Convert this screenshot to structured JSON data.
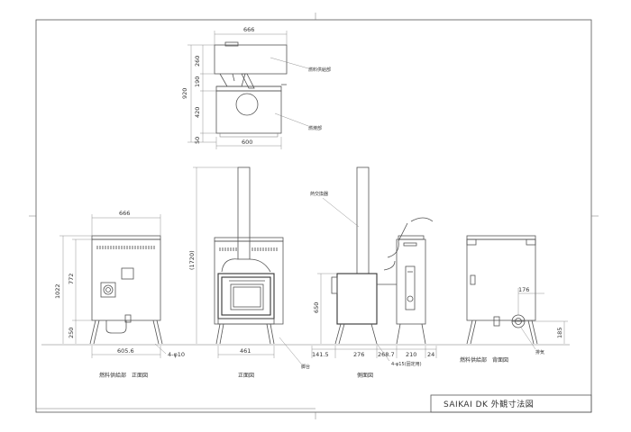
{
  "title_block": {
    "title": "SAIKAI DK  外観寸法図"
  },
  "captions": {
    "fuel_front": "燃料供給部　正面図",
    "front": "正面図",
    "side": "側面図",
    "fuel_back": "燃料供給部　背面図"
  },
  "labels": {
    "fuel_supply": "燃料供給部",
    "combustion": "燃焼部",
    "heat_exchanger": "熱交換器",
    "legs": "脚台",
    "exhaust": "排気"
  },
  "dims": {
    "top_width": "666",
    "top_h1": "260",
    "top_h2": "190",
    "top_total": "920",
    "top_h3": "420",
    "top_h4": "50",
    "top_bottom": "600",
    "fuel_width": "666",
    "fuel_total_h": "1022",
    "fuel_h1": "772",
    "fuel_h2": "250",
    "fuel_bottom": "605.6",
    "fuel_hole": "4-φ10",
    "front_h": "(1720)",
    "front_w": "461",
    "side_h": "650",
    "side_d1": "141.5",
    "side_d2": "276",
    "side_d3": "268.7",
    "side_d4": "210",
    "side_d5": "24",
    "side_hole": "4-φ15(固定用)",
    "back_d1": "176",
    "back_d2": "185"
  }
}
